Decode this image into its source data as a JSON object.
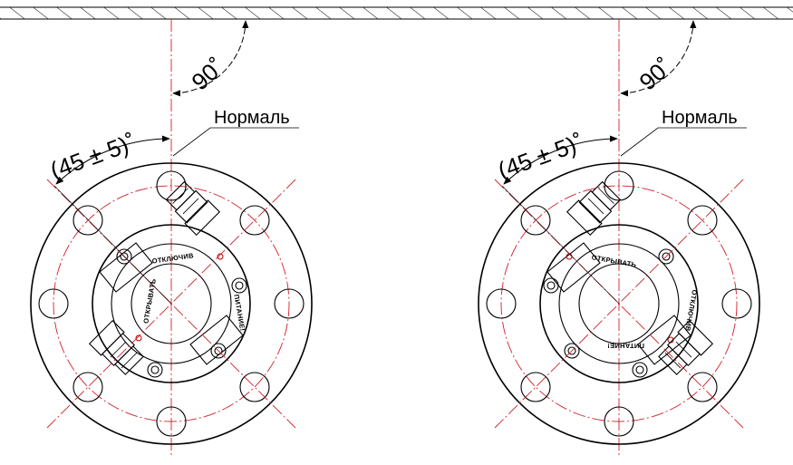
{
  "drawing": {
    "left_view": {
      "normal_label": "Нормаль",
      "angle_90_label": "90˚",
      "angle_45_label": "(45 ± 5)˚",
      "stamp_off": "ОТКЛЮЧИВ",
      "stamp_power": "ПИТАНИЕ!",
      "stamp_open": "ОТКРЫВАТЬ"
    },
    "right_view": {
      "normal_label": "Нормаль",
      "angle_90_label": "90˚",
      "angle_45_label": "(45 ± 5)˚",
      "stamp_off": "ОТКЛЮЧИВ",
      "stamp_power": "ПИТАНИЕ!",
      "stamp_open": "ОТКРЫВАТЬ"
    }
  },
  "colors": {
    "line": "#000000",
    "axis": "#d31f2b",
    "background": "#ffffff"
  }
}
